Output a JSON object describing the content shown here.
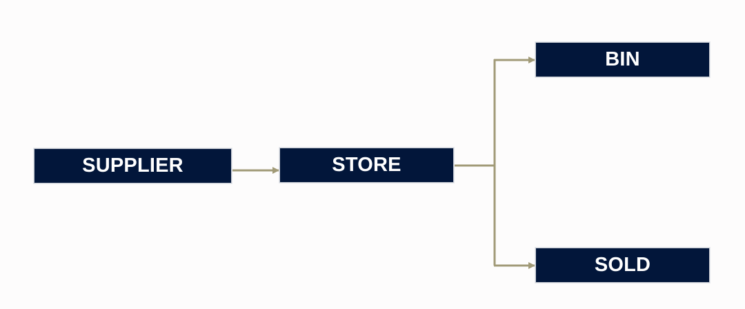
{
  "colors": {
    "node_fill": "#02163a",
    "node_text": "#ffffff",
    "connector": "#a19a77"
  },
  "nodes": {
    "supplier": {
      "label": "SUPPLIER"
    },
    "store": {
      "label": "STORE"
    },
    "bin": {
      "label": "BIN"
    },
    "sold": {
      "label": "SOLD"
    }
  },
  "edges": [
    {
      "from": "SUPPLIER",
      "to": "STORE"
    },
    {
      "from": "STORE",
      "to": "BIN"
    },
    {
      "from": "STORE",
      "to": "SOLD"
    }
  ]
}
